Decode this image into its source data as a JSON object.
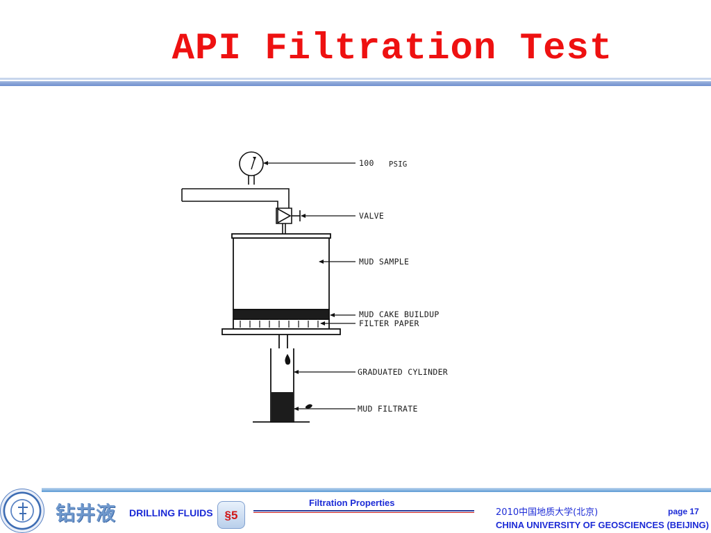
{
  "title": "API Filtration Test",
  "diagram": {
    "labels": [
      {
        "id": "pressure",
        "text": "100"
      },
      {
        "id": "pressure_unit",
        "text": "PSIG"
      },
      {
        "id": "valve",
        "text": "VALVE"
      },
      {
        "id": "mud_sample",
        "text": "MUD SAMPLE"
      },
      {
        "id": "mud_cake",
        "text": "MUD CAKE BUILDUP"
      },
      {
        "id": "filter_paper",
        "text": "FILTER PAPER"
      },
      {
        "id": "graduated_cylinder",
        "text": "GRADUATED CYLINDER"
      },
      {
        "id": "mud_filtrate",
        "text": "MUD FILTRATE"
      }
    ]
  },
  "footer": {
    "brand_cn": "钻井液",
    "brand_en": "DRILLING FLUIDS",
    "section": "§5",
    "topic": "Filtration Properties",
    "year_school": "2010中国地质大学(北京)",
    "page": "page 17",
    "university": "CHINA UNIVERSITY OF GEOSCIENCES (BEIJING)"
  },
  "colors": {
    "title": "#ee1111",
    "footer_text": "#1c2bd6",
    "band": "#5b9ad4"
  },
  "icons": {
    "seal": "university-seal-icon"
  }
}
